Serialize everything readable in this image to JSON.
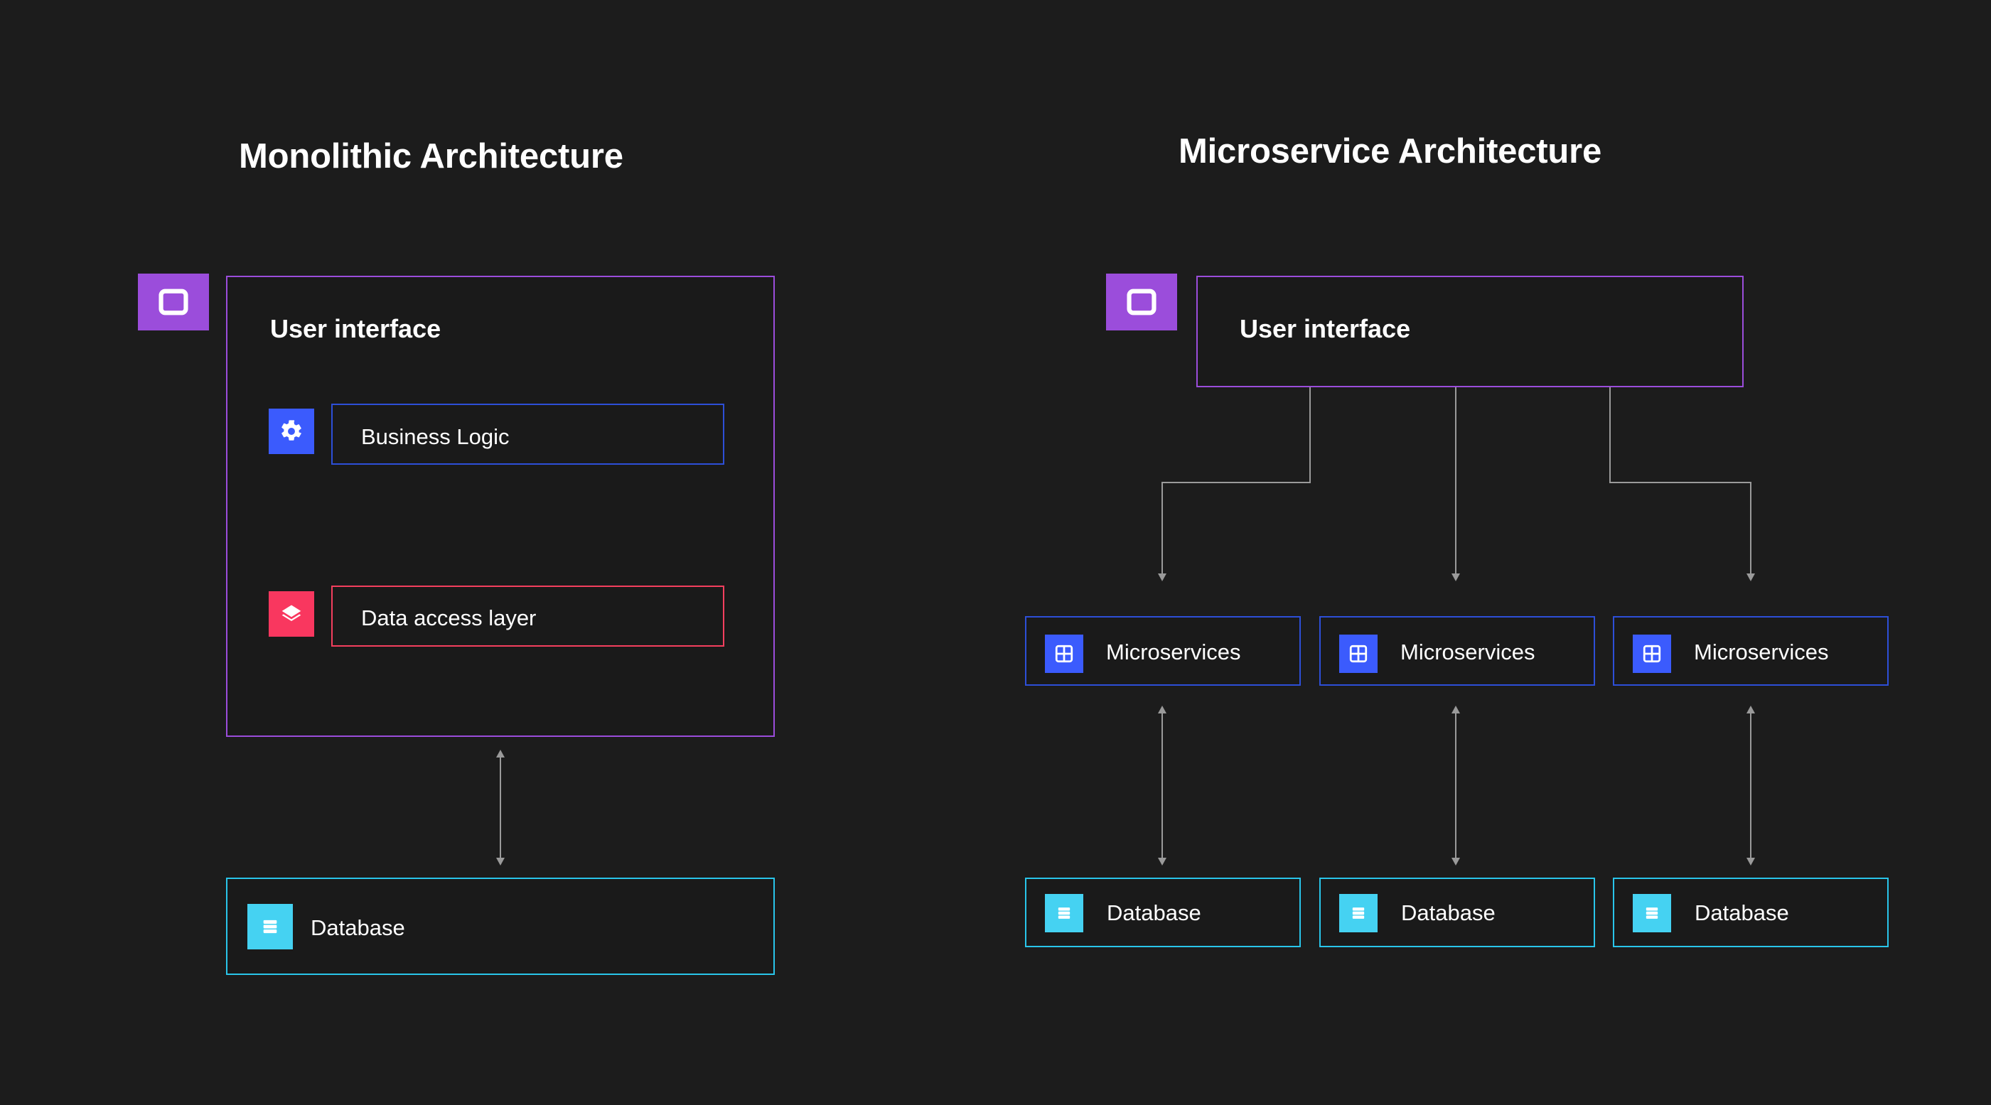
{
  "page": {
    "background_color": "#1c1c1c",
    "text_color": "#ffffff"
  },
  "panels": {
    "monolithic": {
      "title": "Monolithic Architecture",
      "ui_box": {
        "label": "User interface",
        "border_color": "#9b4ddb",
        "icon": "window-icon",
        "icon_color": "#9b4ddb"
      },
      "children": [
        {
          "label": "Business Logic",
          "border_color": "#2d4fd8",
          "icon": "gear-icon",
          "icon_color": "#3b5bfd"
        },
        {
          "label": "Data access layer",
          "border_color": "#f43f5e",
          "icon": "layers-icon",
          "icon_color": "#f9375f"
        }
      ],
      "database": {
        "label": "Database",
        "border_color": "#29c5ea",
        "icon": "database-icon",
        "icon_color": "#45d2f2"
      },
      "connector": {
        "type": "bidirectional-arrow",
        "color": "#9a9a9a"
      }
    },
    "microservice": {
      "title": "Microservice Architecture",
      "ui_box": {
        "label": "User interface",
        "border_color": "#9b4ddb",
        "icon": "window-icon",
        "icon_color": "#9b4ddb"
      },
      "services": [
        {
          "label": "Microservices",
          "border_color": "#2d4fd8",
          "icon": "grid-icon",
          "icon_color": "#3b5bfd"
        },
        {
          "label": "Microservices",
          "border_color": "#2d4fd8",
          "icon": "grid-icon",
          "icon_color": "#3b5bfd"
        },
        {
          "label": "Microservices",
          "border_color": "#2d4fd8",
          "icon": "grid-icon",
          "icon_color": "#3b5bfd"
        }
      ],
      "databases": [
        {
          "label": "Database",
          "border_color": "#29c5ea",
          "icon": "database-icon",
          "icon_color": "#45d2f2"
        },
        {
          "label": "Database",
          "border_color": "#29c5ea",
          "icon": "database-icon",
          "icon_color": "#45d2f2"
        },
        {
          "label": "Database",
          "border_color": "#29c5ea",
          "icon": "database-icon",
          "icon_color": "#45d2f2"
        }
      ],
      "connectors": {
        "ui_to_services": {
          "type": "elbow-arrow",
          "color": "#9a9a9a"
        },
        "services_to_databases": {
          "type": "bidirectional-arrow",
          "color": "#9a9a9a"
        }
      }
    }
  }
}
